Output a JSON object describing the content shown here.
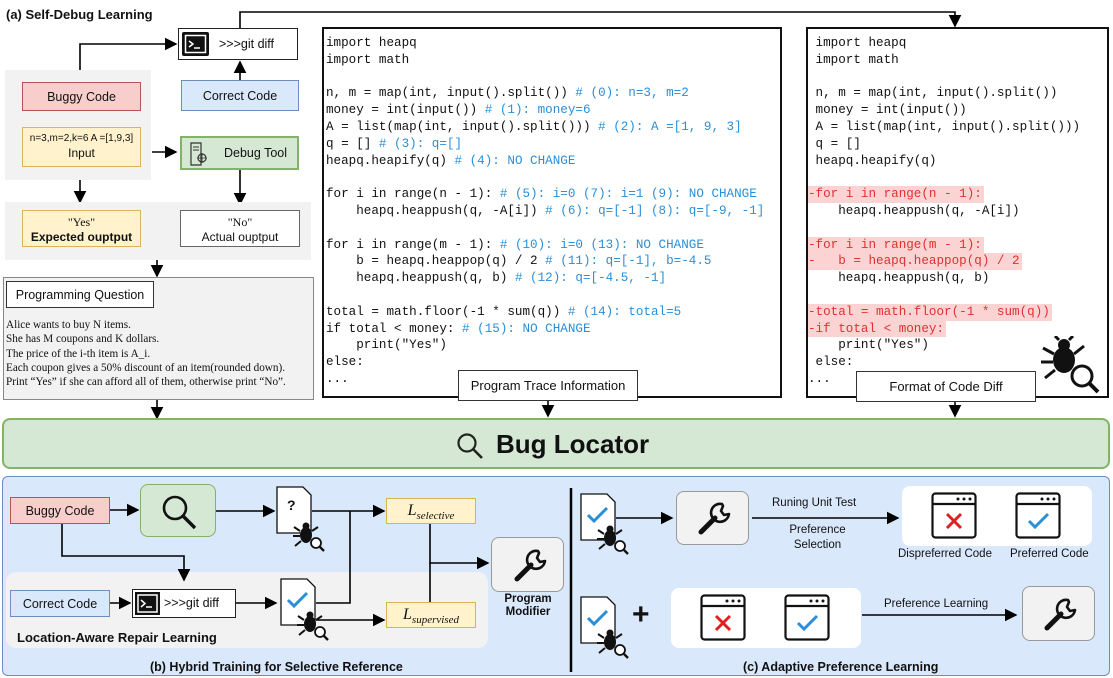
{
  "self_debug": {
    "title": "(a) Self-Debug Learning",
    "git_diff": ">>>git diff",
    "correct_code": "Correct Code",
    "buggy_code": "Buggy Code",
    "input_values": "n=3,m=2,k=6 A =[1,9,3]",
    "input_label": "Input",
    "debug_tool": "Debug Tool",
    "expected_value": "\"Yes\"",
    "expected_label": "Expected ouptput",
    "actual_value": "\"No\"",
    "actual_label": "Actual ouptput",
    "question_title": "Programming Question",
    "question_lines": [
      "Alice wants to buy N items.",
      "She has M coupons and K dollars.",
      "The price of the i-th item is A_i.",
      "Each coupon gives a 50% discount of an item(rounded down).",
      "Print “Yes” if she can afford all of them, otherwise print “No”."
    ]
  },
  "trace_panel": {
    "caption": "Program Trace Information",
    "lines": [
      {
        "code": "import heapq",
        "comment": ""
      },
      {
        "code": "import math",
        "comment": ""
      },
      {
        "code": "",
        "comment": ""
      },
      {
        "code": "n, m = map(int, input().split()) ",
        "comment": "# (0): n=3, m=2"
      },
      {
        "code": "money = int(input()) ",
        "comment": "# (1): money=6"
      },
      {
        "code": "A = list(map(int, input().split())) ",
        "comment": "# (2): A =[1, 9, 3]"
      },
      {
        "code": "q = [] ",
        "comment": "# (3): q=[]"
      },
      {
        "code": "heapq.heapify(q) ",
        "comment": "# (4): NO CHANGE"
      },
      {
        "code": "",
        "comment": ""
      },
      {
        "code": "for i in range(n - 1): ",
        "comment": "# (5): i=0 (7): i=1 (9): NO CHANGE"
      },
      {
        "code": "    heapq.heappush(q, -A[i]) ",
        "comment": "# (6): q=[-1] (8): q=[-9, -1]"
      },
      {
        "code": "",
        "comment": ""
      },
      {
        "code": "for i in range(m - 1): ",
        "comment": "# (10): i=0 (13): NO CHANGE"
      },
      {
        "code": "    b = heapq.heappop(q) / 2 ",
        "comment": "# (11): q=[-1], b=-4.5"
      },
      {
        "code": "    heapq.heappush(q, b) ",
        "comment": "# (12): q=[-4.5, -1]"
      },
      {
        "code": "",
        "comment": ""
      },
      {
        "code": "total = math.floor(-1 * sum(q)) ",
        "comment": "# (14): total=5"
      },
      {
        "code": "if total < money: ",
        "comment": "# (15): NO CHANGE"
      },
      {
        "code": "    print(\"Yes\")",
        "comment": ""
      },
      {
        "code": "else:",
        "comment": ""
      },
      {
        "code": "...",
        "comment": ""
      }
    ]
  },
  "diff_panel": {
    "caption": "Format of Code Diff",
    "lines": [
      {
        "text": " import heapq",
        "removed": false
      },
      {
        "text": " import math",
        "removed": false
      },
      {
        "text": "",
        "removed": false
      },
      {
        "text": " n, m = map(int, input().split())",
        "removed": false
      },
      {
        "text": " money = int(input())",
        "removed": false
      },
      {
        "text": " A = list(map(int, input().split()))",
        "removed": false
      },
      {
        "text": " q = []",
        "removed": false
      },
      {
        "text": " heapq.heapify(q)",
        "removed": false
      },
      {
        "text": "",
        "removed": false
      },
      {
        "text": "-for i in range(n - 1):",
        "removed": true
      },
      {
        "text": "    heapq.heappush(q, -A[i])",
        "removed": false
      },
      {
        "text": "",
        "removed": false
      },
      {
        "text": "-for i in range(m - 1):",
        "removed": true
      },
      {
        "text": "-   b = heapq.heappop(q) / 2",
        "removed": true
      },
      {
        "text": "    heapq.heappush(q, b)",
        "removed": false
      },
      {
        "text": "",
        "removed": false
      },
      {
        "text": "-total = math.floor(-1 * sum(q))",
        "removed": true
      },
      {
        "text": "-if total < money:",
        "removed": true
      },
      {
        "text": "    print(\"Yes\")",
        "removed": false
      },
      {
        "text": " else:",
        "removed": false
      },
      {
        "text": "...",
        "removed": false
      }
    ]
  },
  "bug_locator": {
    "title": "Bug Locator"
  },
  "hybrid": {
    "title": "(b) Hybrid Training for Selective Reference",
    "buggy_code": "Buggy Code",
    "correct_code": "Correct Code",
    "git_diff": ">>>git diff",
    "question_mark": "?",
    "l_selective_base": "L",
    "l_selective_sub": "selective",
    "l_supervised_base": "L",
    "l_supervised_sub": "supervised",
    "program_modifier": "Program\nModifier",
    "location_aware": "Location-Aware Repair Learning"
  },
  "adaptive": {
    "title": "(c) Adaptive Preference Learning",
    "running_unit_test": "Runing Unit Test",
    "preference_selection": "Preference\nSelection",
    "dispreferred": "Dispreferred Code",
    "preferred": "Preferred Code",
    "plus": "+",
    "preference_learning": "Preference Learning"
  },
  "colors": {
    "buggy_fill": "#f8cecc",
    "buggy_border": "#b85450",
    "correct_fill": "#dae8fc",
    "correct_border": "#6c8ebf",
    "input_fill": "#fff2cc",
    "input_border": "#d6b656",
    "tool_fill": "#d5e8d4",
    "tool_border": "#82b366",
    "locator_fill": "#d5e8d4",
    "locator_border": "#82b366",
    "bottom_panel": "#dae8fc",
    "comment": "#2a8fd8",
    "removed": "#e03030"
  }
}
